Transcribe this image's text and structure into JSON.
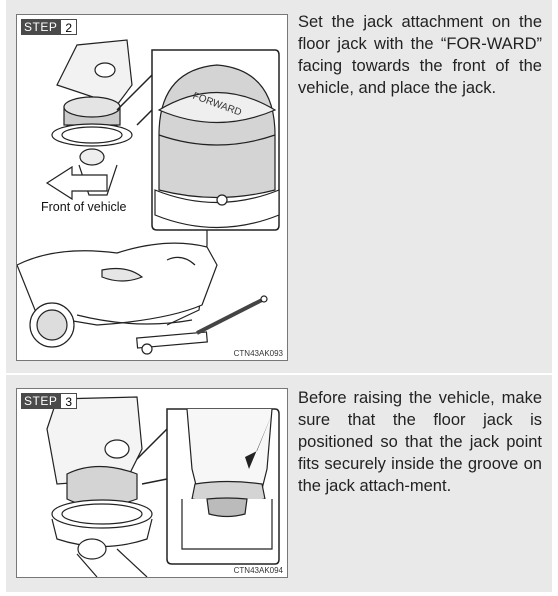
{
  "steps": [
    {
      "step_label": "STEP",
      "step_number": "2",
      "caption": "Front of vehicle",
      "figure_code": "CTN43AK093",
      "inset_marking": "FORWARD",
      "description": "Set the jack attachment on the floor jack with the “FOR-WARD” facing towards the front of the vehicle, and place the jack."
    },
    {
      "step_label": "STEP",
      "step_number": "3",
      "figure_code": "CTN43AK094",
      "description": "Before raising the vehicle, make sure that the floor jack is positioned so that the jack point fits securely inside the groove on the jack attach-ment."
    }
  ],
  "colors": {
    "panel_background": "#e9e9e9",
    "step_badge": "#4a4a4a",
    "highlight": "#d4d4d4"
  }
}
